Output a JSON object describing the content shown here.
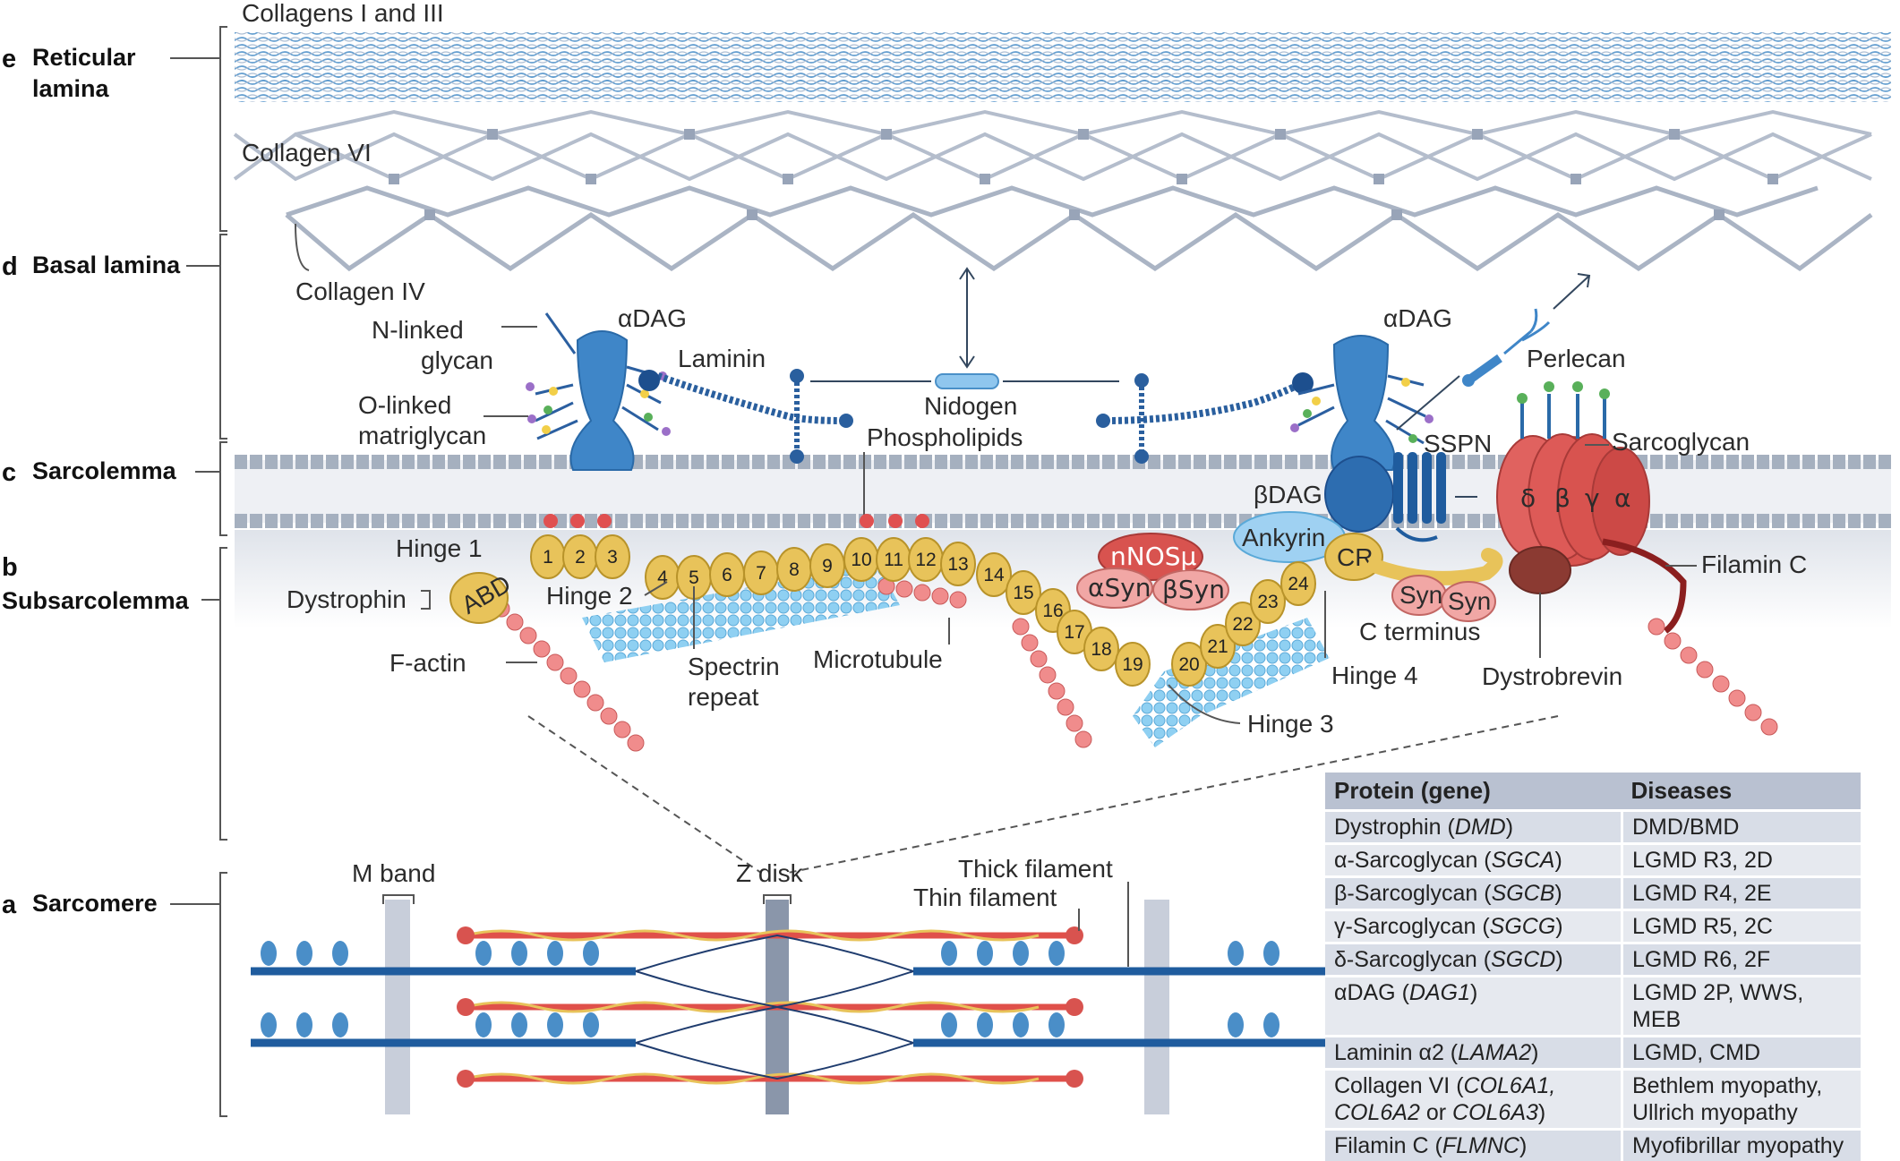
{
  "sections": {
    "e": {
      "letter": "e",
      "name_line1": "Reticular",
      "name_line2": "lamina"
    },
    "d": {
      "letter": "d",
      "name": "Basal lamina"
    },
    "c": {
      "letter": "c",
      "name": "Sarcolemma"
    },
    "b": {
      "letter": "b",
      "name": "Subsarcolemma"
    },
    "a": {
      "letter": "a",
      "name": "Sarcomere"
    }
  },
  "labels": {
    "collagens_1_3": "Collagens I and III",
    "collagen_6": "Collagen VI",
    "collagen_4": "Collagen IV",
    "n_linked_1": "N-linked",
    "n_linked_2": "glycan",
    "o_linked_1": "O-linked",
    "o_linked_2": "matriglycan",
    "adag_left": "αDAG",
    "adag_right": "αDAG",
    "laminin": "Laminin",
    "nidogen": "Nidogen",
    "phospholipids": "Phospholipids",
    "perlecan": "Perlecan",
    "sspn": "SSPN",
    "sarcoglycan": "Sarcoglycan",
    "bdag": "βDAG",
    "ankyrin": "Ankyrin",
    "cr": "CR",
    "hinge1": "Hinge 1",
    "hinge2": "Hinge 2",
    "hinge3": "Hinge 3",
    "hinge4": "Hinge 4",
    "dystrophin": "Dystrophin",
    "abd": "ABD",
    "f_actin": "F-actin",
    "spectrin_1": "Spectrin",
    "spectrin_2": "repeat",
    "microtubule": "Microtubule",
    "nnos": "nNOSμ",
    "asyn": "αSyn",
    "bsyn": "βSyn",
    "syn1": "Syn",
    "syn2": "Syn",
    "c_terminus": "C terminus",
    "dystrobrevin": "Dystrobrevin",
    "filamin_c": "Filamin C",
    "sg_delta": "δ",
    "sg_beta": "β",
    "sg_gamma": "γ",
    "sg_alpha": "α",
    "m_band": "M band",
    "z_disk": "Z disk",
    "thick_filament": "Thick filament",
    "thin_filament": "Thin filament"
  },
  "repeats": [
    "1",
    "2",
    "3",
    "4",
    "5",
    "6",
    "7",
    "8",
    "9",
    "10",
    "11",
    "12",
    "13",
    "14",
    "15",
    "16",
    "17",
    "18",
    "19",
    "20",
    "21",
    "22",
    "23",
    "24"
  ],
  "table": {
    "header": [
      "Protein (gene)",
      "Diseases"
    ],
    "rows": [
      {
        "protein": "Dystrophin (",
        "gene": "DMD",
        "close": ")",
        "disease": "DMD/BMD"
      },
      {
        "protein": "α-Sarcoglycan (",
        "gene": "SGCA",
        "close": ")",
        "disease": "LGMD R3, 2D"
      },
      {
        "protein": "β-Sarcoglycan (",
        "gene": "SGCB",
        "close": ")",
        "disease": "LGMD R4, 2E"
      },
      {
        "protein": "γ-Sarcoglycan (",
        "gene": "SGCG",
        "close": ")",
        "disease": "LGMD R5, 2C"
      },
      {
        "protein": "δ-Sarcoglycan (",
        "gene": "SGCD",
        "close": ")",
        "disease": "LGMD R6, 2F"
      },
      {
        "protein": "αDAG (",
        "gene": "DAG1",
        "close": ")",
        "disease": "LGMD 2P, WWS, MEB"
      },
      {
        "protein": "Laminin α2 (",
        "gene": "LAMA2",
        "close": ")",
        "disease": "LGMD, CMD"
      }
    ],
    "collagen_row": {
      "protein": "Collagen VI (",
      "gene1": "COL6A1,",
      "gene2": "COL6A2",
      "or": " or ",
      "gene3": "COL6A3",
      "close": ")",
      "disease1": "Bethlem myopathy,",
      "disease2": "Ullrich myopathy"
    },
    "filamin_row": {
      "protein": "Filamin C (",
      "gene": "FLMNC",
      "close": ")",
      "disease": "Myofibrillar myopathy"
    }
  },
  "colors": {
    "dystrophin": "#e8c35a",
    "actin": "#f08c8c",
    "microtubule": "#8dcdf0",
    "membrane": "#a5b0bf",
    "dag": "#3f86c8",
    "sarcoglycan": "#d8534f",
    "collagen": "#aab4c4"
  }
}
